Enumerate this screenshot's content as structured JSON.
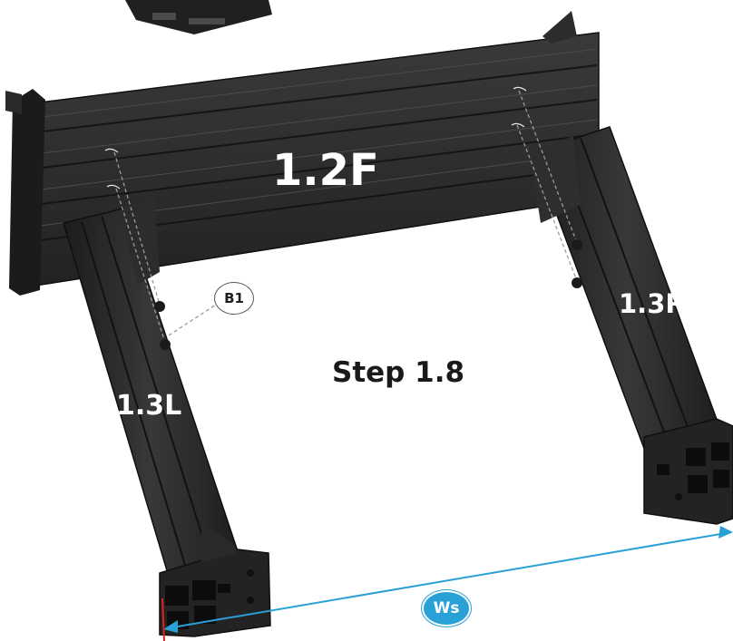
{
  "diagram": {
    "step_title": "Step 1.8",
    "parts": {
      "front": "1.2F",
      "left": "1.3L",
      "right": "1.3R"
    },
    "callouts": {
      "bolt": "B1",
      "width": "Ws"
    },
    "colors": {
      "profile": "#2b2b2b",
      "profile_dark": "#161616",
      "dimension_line": "#2aa1d6",
      "reference_line": "#e0231c",
      "guide_line": "#9a9a9a"
    }
  }
}
